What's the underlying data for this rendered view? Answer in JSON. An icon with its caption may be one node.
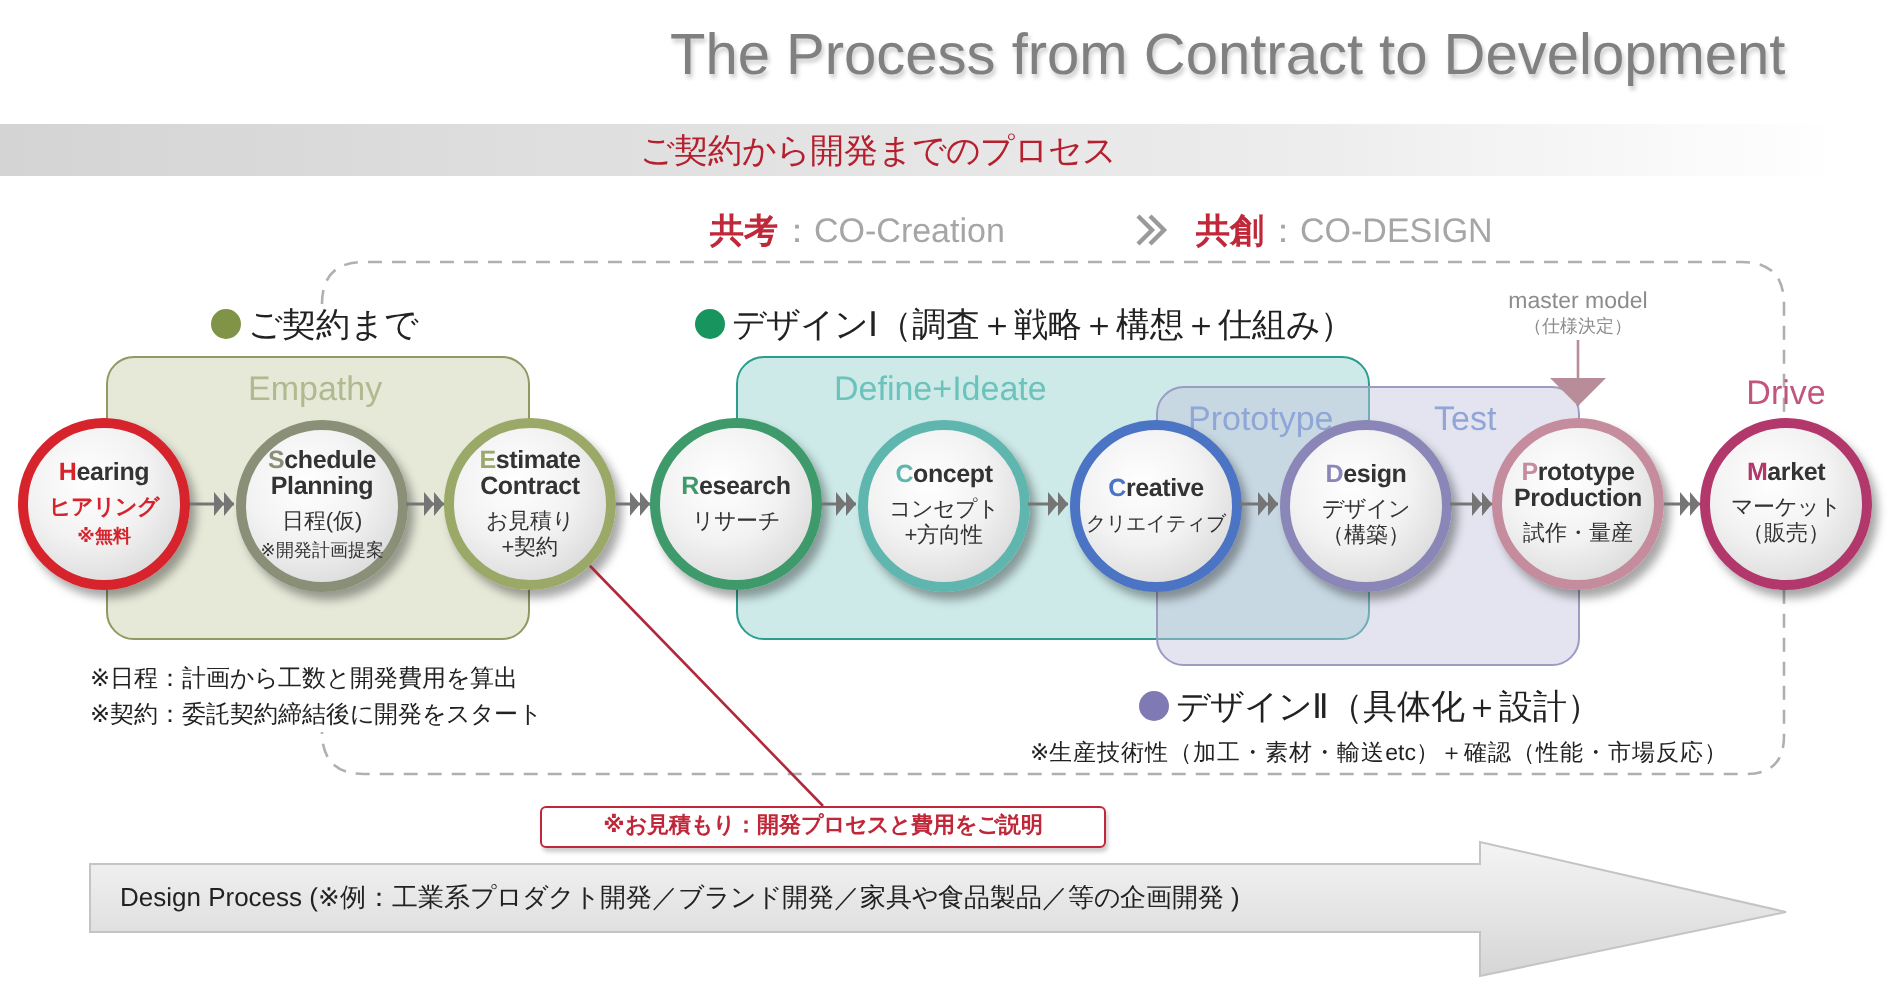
{
  "diagram": {
    "title": "The Process from Contract to Development",
    "nodes": [
      {
        "text": [
          "Empathy"
        ]
      },
      {
        "text": [
          "Define+Ideate"
        ]
      },
      {
        "text": [
          "Prototype",
          "Test"
        ]
      },
      {
        "text": [
          "Hearing",
          "ヒアリング",
          "※無料"
        ]
      },
      {
        "text": [
          "Schedule Planning",
          "日程(仮)",
          "※開発計画提案"
        ],
        "in": 0
      },
      {
        "text": [
          "Estimate Contract",
          "お見積り +契約"
        ]
      },
      {
        "text": [
          "Research",
          "リサーチ"
        ]
      },
      {
        "text": [
          "Concept",
          "コンセプト +方向性"
        ],
        "in": 1
      },
      {
        "text": [
          "Creative",
          "クリエイティブ"
        ],
        "in": 1
      },
      {
        "text": [
          "Design",
          "デザイン（構築）"
        ],
        "in": 2
      },
      {
        "text": [
          "Prototype Production",
          "試作・量産"
        ]
      },
      {
        "text": [
          "Market",
          "マーケット（販売）"
        ],
        "beside": [
          "Drive"
        ]
      },
      {
        "text": [
          "※お見積もり：開発プロセスと費用をご説明"
        ]
      },
      {
        "text": [
          "master model",
          "（仕様決定）"
        ]
      },
      {
        "text": [
          "Design Process (※例：工業系プロダクト開発／ブランド開発／家具や食品製品／等の企画開発 )"
        ]
      }
    ],
    "edges": [
      {
        "from": 3,
        "to": 4,
        "arrow": "to"
      },
      {
        "from": 4,
        "to": 5,
        "arrow": "to"
      },
      {
        "from": 5,
        "to": 6,
        "arrow": "to"
      },
      {
        "from": 6,
        "to": 7,
        "arrow": "to"
      },
      {
        "from": 7,
        "to": 8,
        "arrow": "to"
      },
      {
        "from": 8,
        "to": 9,
        "arrow": "to"
      },
      {
        "from": 9,
        "to": 10,
        "arrow": "to"
      },
      {
        "from": 10,
        "to": 11,
        "arrow": "to"
      },
      {
        "from": 12,
        "to": 5,
        "arrow": "none",
        "color": "#b0283a"
      },
      {
        "from": 13,
        "to": 10,
        "arrow": "to",
        "color": "#b98c99"
      }
    ],
    "labels": [
      "ご契約から開発までのプロセス",
      "共考",
      "：CO-Creation",
      "共創",
      "：CO-DESIGN",
      "ご契約まで",
      "デザインⅠ（調査＋戦略＋構想＋仕組み）",
      "※日程：計画から工数と開発費用を算出",
      "※契約：委託契約締結後に開発をスタート",
      "デザインⅡ（具体化＋設計）",
      "※生産技術性（加工・素材・輸送etc）＋確認（性能・市場反応）"
    ]
  }
}
